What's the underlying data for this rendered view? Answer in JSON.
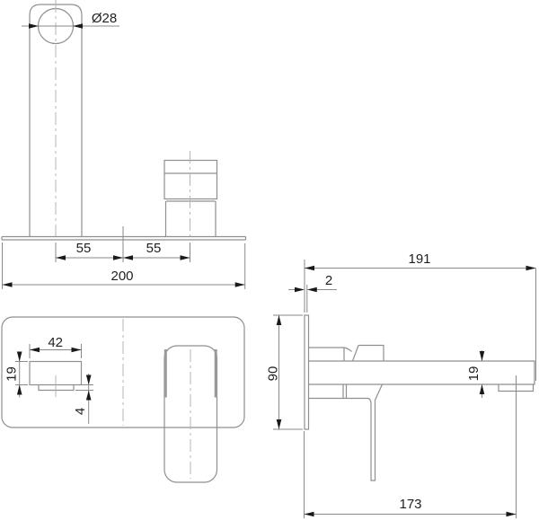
{
  "drawing": {
    "type": "technical-drawing",
    "subject": "wall-mounted basin mixer tap, three orthographic views",
    "colors": {
      "background": "#ffffff",
      "outline": "#8f8f8f",
      "centerline": "#b5b5b5",
      "dimension_text": "#1f1f1f",
      "arrow": "#1a1a1a"
    },
    "dimensions": {
      "top_view": {
        "spout_diameter": "Ø28",
        "spout_to_center": "55",
        "center_to_handle": "55",
        "overall_width": "200"
      },
      "front_view": {
        "spout_width": "42",
        "spout_height": "19",
        "spout_lip": "4"
      },
      "side_view": {
        "overall_depth": "191",
        "plate_thickness": "2",
        "plate_height": "90",
        "spout_bar_height": "19",
        "wall_to_aerator": "173"
      }
    }
  }
}
